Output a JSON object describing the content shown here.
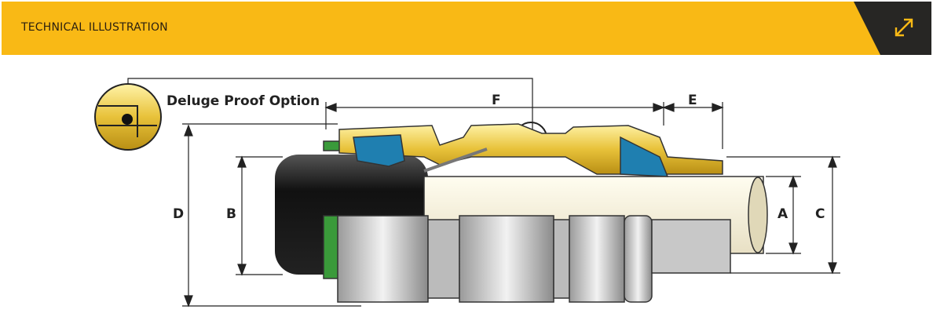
{
  "header": {
    "title": "TECHNICAL ILLUSTRATION",
    "expand_icon": "expand-arrows-icon"
  },
  "colors": {
    "accent": "#f9b915",
    "dark": "#272624"
  },
  "illustration": {
    "detail_label": "Deluge Proof Option",
    "dimensions": {
      "A": "A",
      "B": "B",
      "C": "C",
      "D": "D",
      "E": "E",
      "F": "F"
    }
  }
}
